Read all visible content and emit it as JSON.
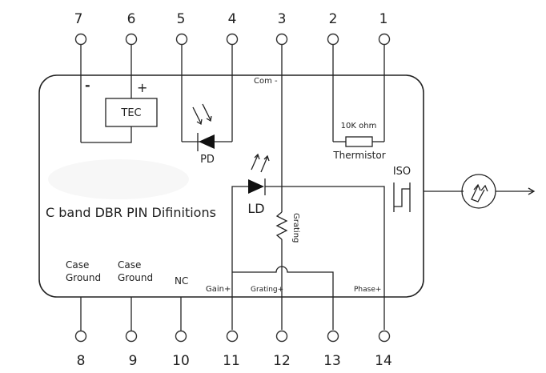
{
  "title": "C band DBR PIN Difinitions",
  "top_pins": [
    {
      "num": "7"
    },
    {
      "num": "6"
    },
    {
      "num": "5"
    },
    {
      "num": "4"
    },
    {
      "num": "3"
    },
    {
      "num": "2"
    },
    {
      "num": "1"
    }
  ],
  "bottom_pins": [
    {
      "num": "8"
    },
    {
      "num": "9"
    },
    {
      "num": "10"
    },
    {
      "num": "11"
    },
    {
      "num": "12"
    },
    {
      "num": "13"
    },
    {
      "num": "14"
    }
  ],
  "labels": {
    "tec": "TEC",
    "tec_minus": "-",
    "tec_plus": "+",
    "pd": "PD",
    "ld": "LD",
    "com": "Com -",
    "resistance": "10K ohm",
    "thermistor": "Thermistor",
    "iso": "ISO",
    "grating": "Grating",
    "case_ground_8_line1": "Case",
    "case_ground_8_line2": "Ground",
    "case_ground_9_line1": "Case",
    "case_ground_9_line2": "Ground",
    "nc": "NC",
    "gain_plus": "Gain+",
    "grating_plus": "Grating+",
    "phase_plus": "Phase+"
  },
  "colors": {
    "line": "#222222",
    "background": "#ffffff"
  }
}
